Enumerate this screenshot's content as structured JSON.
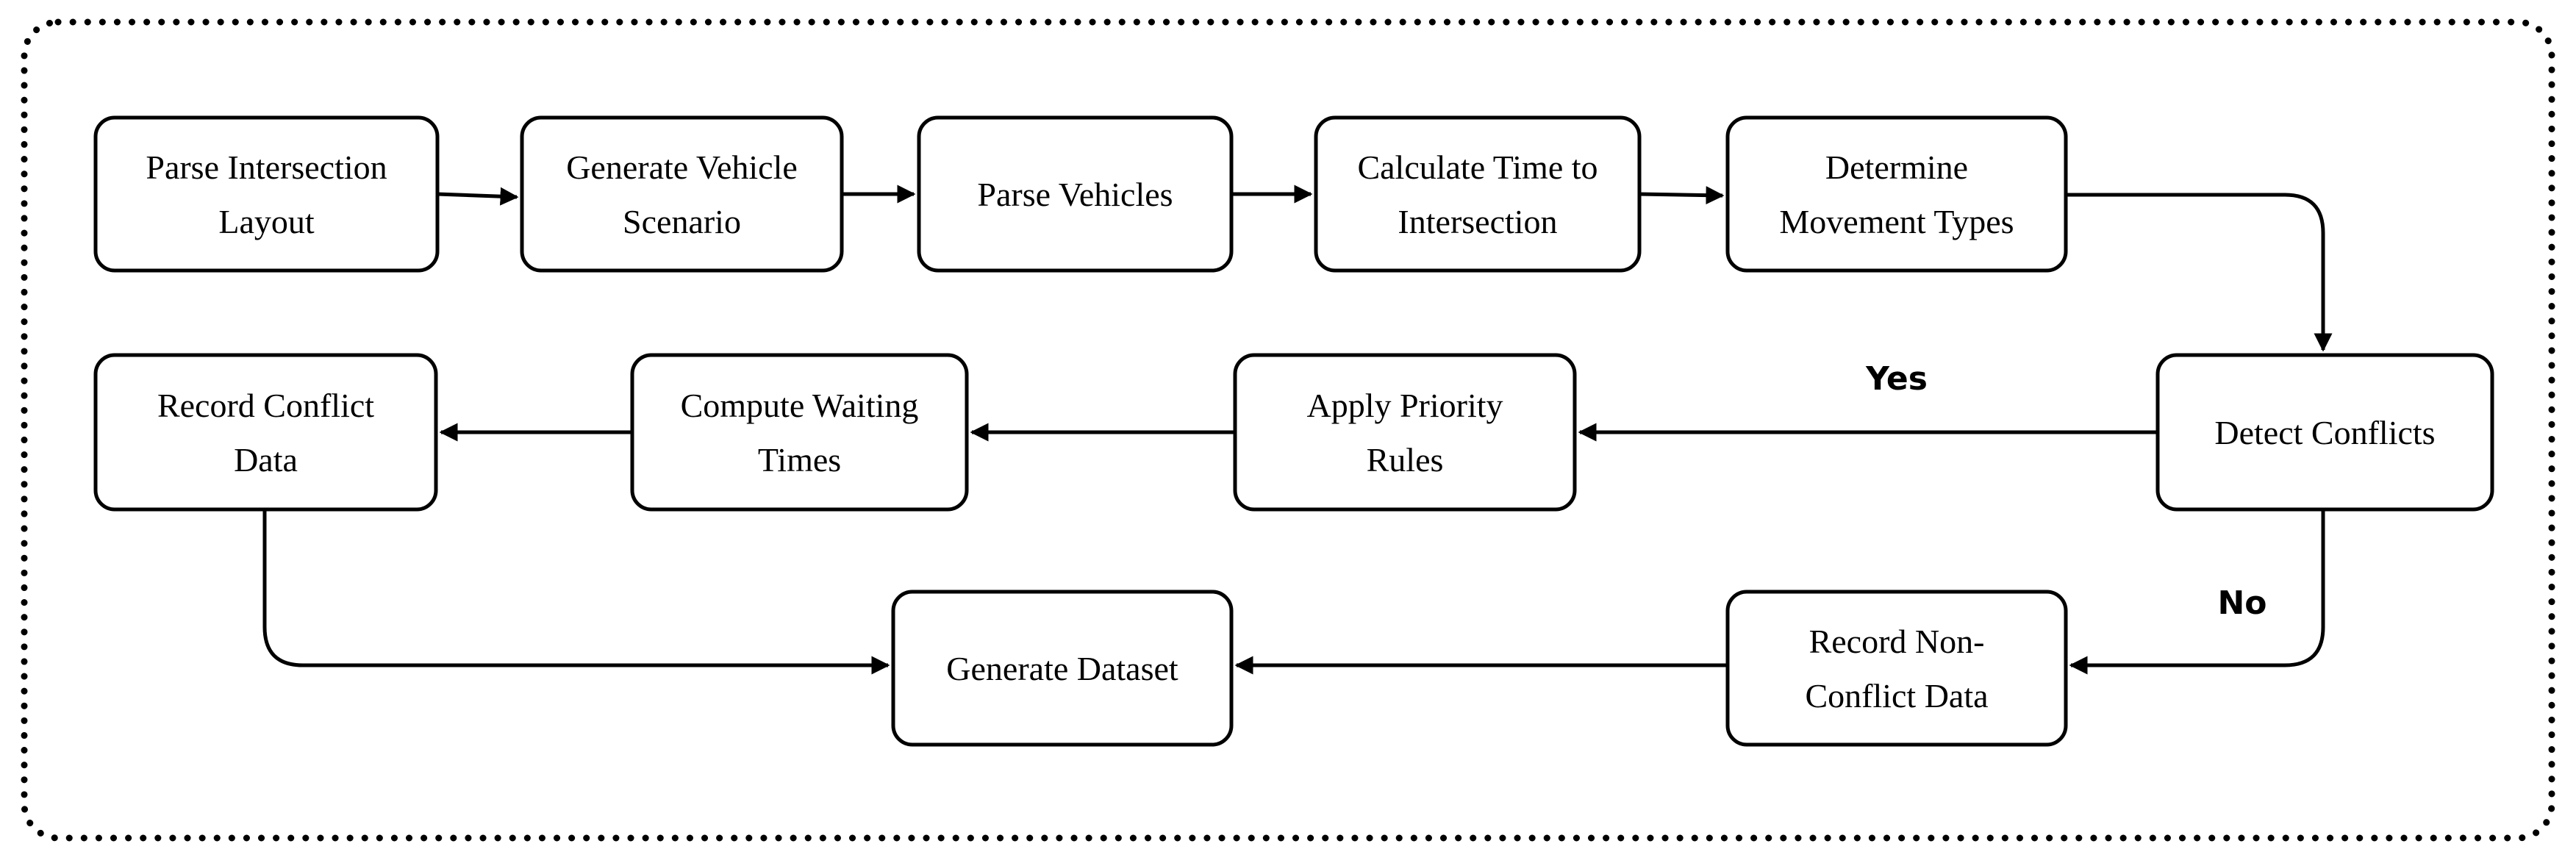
{
  "nodes": [
    {
      "id": "parse-layout",
      "lines": [
        "Parse Intersection",
        "Layout"
      ]
    },
    {
      "id": "generate-scenario",
      "lines": [
        "Generate Vehicle",
        "Scenario"
      ]
    },
    {
      "id": "parse-vehicles",
      "lines": [
        "Parse Vehicles"
      ]
    },
    {
      "id": "calc-time",
      "lines": [
        "Calculate Time to",
        "Intersection"
      ]
    },
    {
      "id": "movement-types",
      "lines": [
        "Determine",
        "Movement Types"
      ]
    },
    {
      "id": "detect-conflicts",
      "lines": [
        "Detect Conflicts"
      ]
    },
    {
      "id": "apply-priority",
      "lines": [
        "Apply Priority",
        "Rules"
      ]
    },
    {
      "id": "compute-waiting",
      "lines": [
        "Compute Waiting",
        "Times"
      ]
    },
    {
      "id": "record-conflict",
      "lines": [
        "Record Conflict",
        "Data"
      ]
    },
    {
      "id": "record-non-conflict",
      "lines": [
        "Record Non-",
        "Conflict Data"
      ]
    },
    {
      "id": "generate-dataset",
      "lines": [
        "Generate Dataset"
      ]
    }
  ],
  "edges": [
    {
      "from": "parse-layout",
      "to": "generate-scenario",
      "label": ""
    },
    {
      "from": "generate-scenario",
      "to": "parse-vehicles",
      "label": ""
    },
    {
      "from": "parse-vehicles",
      "to": "calc-time",
      "label": ""
    },
    {
      "from": "calc-time",
      "to": "movement-types",
      "label": ""
    },
    {
      "from": "movement-types",
      "to": "detect-conflicts",
      "label": ""
    },
    {
      "from": "detect-conflicts",
      "to": "apply-priority",
      "label": "Yes"
    },
    {
      "from": "apply-priority",
      "to": "compute-waiting",
      "label": ""
    },
    {
      "from": "compute-waiting",
      "to": "record-conflict",
      "label": ""
    },
    {
      "from": "detect-conflicts",
      "to": "record-non-conflict",
      "label": "No"
    },
    {
      "from": "record-non-conflict",
      "to": "generate-dataset",
      "label": ""
    },
    {
      "from": "record-conflict",
      "to": "generate-dataset",
      "label": ""
    }
  ]
}
